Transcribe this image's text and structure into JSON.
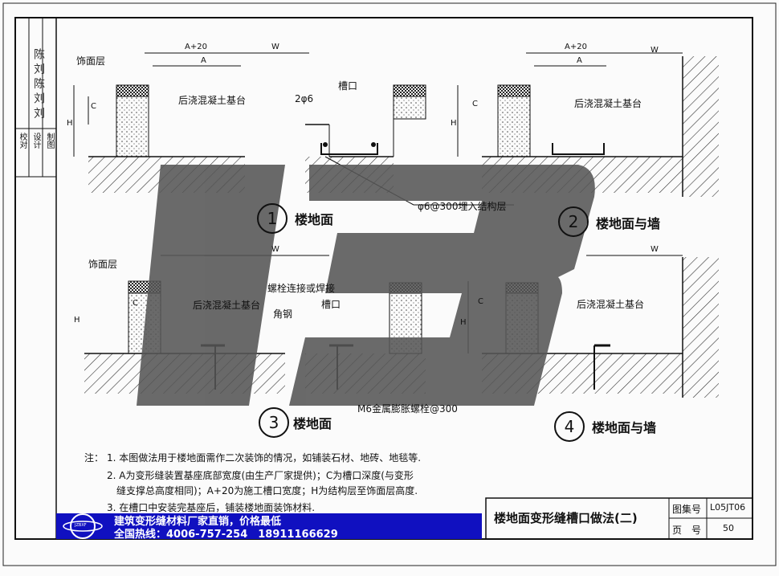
{
  "side_column": {
    "rows": [
      "校对",
      "设计",
      "制图"
    ],
    "signature_text": "陈 刘 陈 刘 刘"
  },
  "details": [
    {
      "number": "1",
      "caption": "楼地面"
    },
    {
      "number": "2",
      "caption": "楼地面与墙"
    },
    {
      "number": "3",
      "caption": "楼地面"
    },
    {
      "number": "4",
      "caption": "楼地面与墙"
    }
  ],
  "labels": {
    "finish_layer": "饰面层",
    "post_cast_base": "后浇混凝土基台",
    "rebar": "2φ6",
    "groove": "槽口",
    "anchor_bar": "φ6@300埋入结构层",
    "bolt_or_weld": "螺栓连接或焊接",
    "angle_steel": "角钢",
    "expansion_bolt": "M6金属膨胀螺栓@300"
  },
  "dimensions": {
    "a_plus_20": "A+20",
    "a": "A",
    "w": "W",
    "c": "C",
    "h": "H"
  },
  "notes": {
    "heading": "注：",
    "items": [
      "1. 本图做法用于楼地面需作二次装饰的情况，如铺装石材、地砖、地毯等.",
      "2. A为变形缝装置基座底部宽度(由生产厂家提供)；C为槽口深度(与变形",
      "缝支撑总高度相同)；A+20为施工槽口宽度；H为结构层至饰面层高度.",
      "3. 在槽口中安装完基座后，铺装楼地面装饰材料."
    ]
  },
  "title_block": {
    "title": "楼地面变形缝槽口做法(二)",
    "atlas_label": "图集号",
    "atlas_value": "L05JT06",
    "page_label": "页　号",
    "page_value": "50"
  },
  "ad_banner": {
    "line1": "建筑变形缝材料厂家直销，价格最低",
    "line2": "全国热线：4006-757-254　18911166629",
    "logo_text": "JZBXF"
  },
  "colors": {
    "ad_background": "#1010c0",
    "ad_text": "#ffffff",
    "watermark": "#555555",
    "hatch": "#333333"
  }
}
